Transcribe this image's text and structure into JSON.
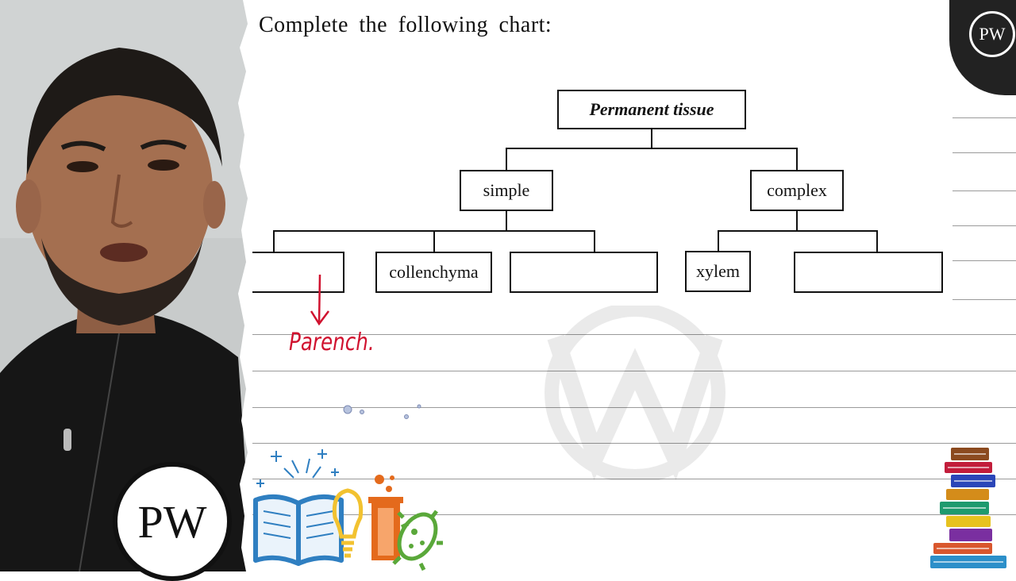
{
  "question": "Complete the following chart:",
  "chart": {
    "root": "Permanent tissue",
    "level2": [
      "simple",
      "complex"
    ],
    "simple_children": [
      "",
      "collenchyma",
      ""
    ],
    "complex_children": [
      "xylem",
      ""
    ]
  },
  "annotation": {
    "handwritten": "Parench."
  },
  "logo": {
    "corner_text": "PW",
    "big_text": "PW"
  },
  "colors": {
    "ink": "#111111",
    "annotation": "#d0122f",
    "book_blue": "#2f7fc1",
    "bulb_yellow": "#f2c230",
    "flask_orange": "#e46a1c",
    "germ_green": "#5aa83a"
  }
}
